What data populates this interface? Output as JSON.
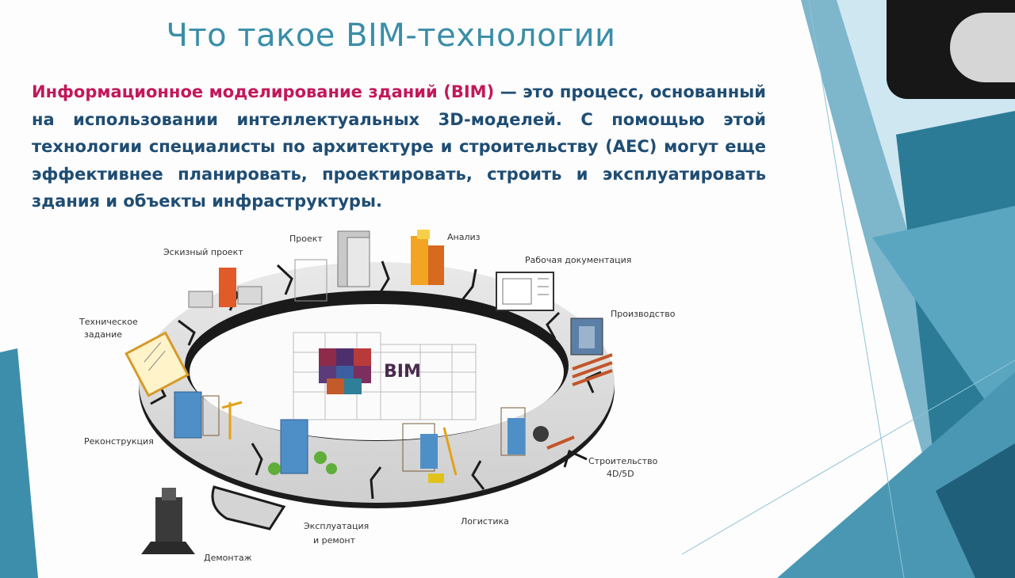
{
  "slide": {
    "title": "Что такое BIM-технологии",
    "intro_term": "Информационное моделирование зданий (BIM)",
    "intro_rest": " — это процесс, основанный на использовании интеллектуальных 3D-моделей. С помощью этой технологии специалисты по архитектуре и строительству (AEC) могут еще эффективнее планировать, проектировать, строить и эксплуатировать здания и объекты инфраструктуры."
  },
  "diagram": {
    "center_label": "BIM",
    "stages": {
      "sketch": "Эскизный проект",
      "project": "Проект",
      "analysis": "Анализ",
      "work_docs": "Рабочая документация",
      "production": "Производство",
      "spec_line1": "Техническое",
      "spec_line2": "задание",
      "reconstruction": "Реконструкция",
      "construction_line1": "Строительство",
      "construction_line2": "4D/5D",
      "operation_line1": "Эксплуатация",
      "operation_line2": "и ремонт",
      "logistics": "Логистика",
      "demolition": "Демонтаж"
    }
  },
  "colors": {
    "title": "#3a8ea8",
    "body_text": "#1f4d73",
    "highlight": "#c2185b",
    "accent_teal": "#2f7f99",
    "accent_light": "#9fd0e0"
  }
}
